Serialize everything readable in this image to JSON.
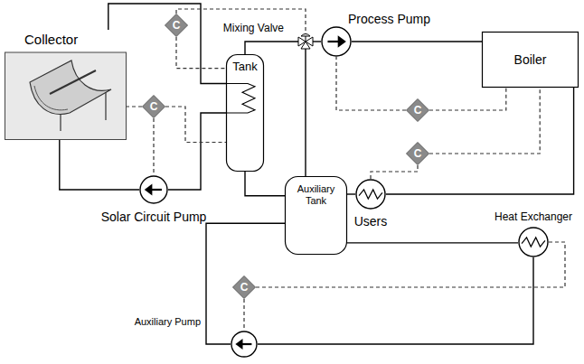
{
  "diagram": {
    "nodes": [
      {
        "text": [
          "Collector"
        ]
      },
      {
        "text": [
          "C"
        ]
      },
      {
        "text": [
          "Mixing Valve"
        ]
      },
      {
        "text": [
          "Process Pump"
        ]
      },
      {
        "text": [
          "Boiler"
        ]
      },
      {
        "text": [
          "Tank"
        ]
      },
      {
        "text": [
          "C"
        ]
      },
      {
        "text": [
          "C"
        ]
      },
      {
        "text": [
          "C"
        ]
      },
      {
        "text": [
          "Solar Circuit Pump"
        ]
      },
      {
        "text": [
          "Auxiliary Tank"
        ]
      },
      {
        "text": [
          "Users"
        ]
      },
      {
        "text": [
          "Heat Exchanger"
        ]
      },
      {
        "text": [
          "C"
        ]
      },
      {
        "text": [
          "Auxiliary Pump"
        ]
      }
    ],
    "edges": [
      {
        "from": 0,
        "to": 5,
        "arrow": "none"
      },
      {
        "from": 0,
        "to": 9,
        "arrow": "none"
      },
      {
        "from": 9,
        "to": 5,
        "arrow": "none"
      },
      {
        "from": 5,
        "to": 2,
        "arrow": "none"
      },
      {
        "from": 2,
        "to": 3,
        "arrow": "none"
      },
      {
        "from": 3,
        "to": 4,
        "arrow": "none"
      },
      {
        "from": 4,
        "to": 11,
        "arrow": "none"
      },
      {
        "from": 11,
        "to": 10,
        "arrow": "none"
      },
      {
        "from": 5,
        "to": 10,
        "arrow": "none"
      },
      {
        "from": 2,
        "to": 10,
        "arrow": "none"
      },
      {
        "from": 10,
        "to": 12,
        "arrow": "none"
      },
      {
        "from": 12,
        "to": 14,
        "arrow": "none"
      },
      {
        "from": 14,
        "to": 10,
        "arrow": "none"
      },
      {
        "from": 1,
        "to": 2,
        "arrow": "none"
      },
      {
        "from": 1,
        "to": 5,
        "arrow": "none"
      },
      {
        "from": 6,
        "to": 0,
        "arrow": "none"
      },
      {
        "from": 6,
        "to": 9,
        "arrow": "none"
      },
      {
        "from": 6,
        "to": 5,
        "arrow": "none"
      },
      {
        "from": 7,
        "to": 3,
        "arrow": "none"
      },
      {
        "from": 7,
        "to": 4,
        "arrow": "none"
      },
      {
        "from": 8,
        "to": 11,
        "arrow": "none"
      },
      {
        "from": 8,
        "to": 4,
        "arrow": "none"
      },
      {
        "from": 13,
        "to": 14,
        "arrow": "none"
      },
      {
        "from": 13,
        "to": 12,
        "arrow": "none"
      }
    ]
  }
}
